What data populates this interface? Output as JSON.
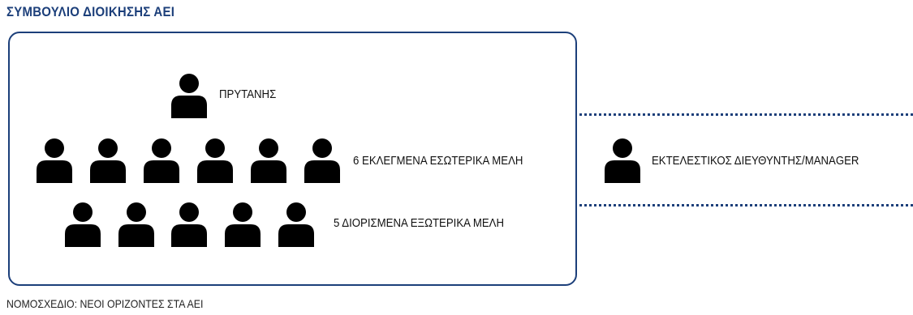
{
  "title": "ΣΥΜΒΟΥΛΙΟ ΔΙΟΙΚΗΣΗΣ ΑΕΙ",
  "board": {
    "rector": {
      "label": "ΠΡΥΤΑΝΗΣ",
      "count": 1
    },
    "internal_members": {
      "label": "6 ΕΚΛΕΓΜΕΝΑ ΕΣΩΤΕΡΙΚΑ ΜΕΛΗ",
      "count": 6
    },
    "external_members": {
      "label": "5 ΔΙΟΡΙΣΜΕΝΑ ΕΞΩΤΕΡΙΚΑ ΜΕΛΗ",
      "count": 5
    }
  },
  "executive": {
    "label": "ΕΚΤΕΛΕΣΤΙΚΟΣ ΔΙΕΥΘΥΝΤΗΣ/MANAGER"
  },
  "footer": "ΝΟΜΟΣΧΕΔΙΟ: ΝΕΟΙ ΟΡΙΖΟΝΤΕΣ ΣΤΑ ΑΕΙ",
  "colors": {
    "accent": "#1c3f7a",
    "icon": "#000000",
    "text": "#111111"
  },
  "icon_name": "person-icon"
}
